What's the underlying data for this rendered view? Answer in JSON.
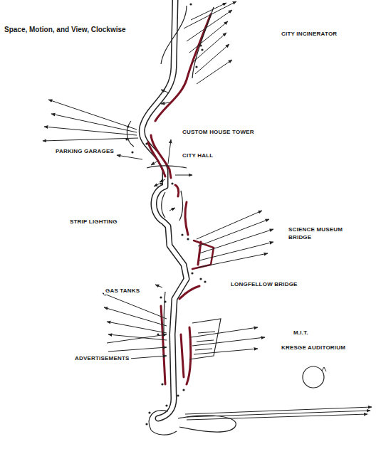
{
  "diagram": {
    "title": "Space, Motion, and View, Clockwise",
    "labels": [
      "CITY INCINERATOR",
      "CUSTOM HOUSE TOWER",
      "CITY HALL",
      "PARKING GARAGES",
      "STRIP LIGHTING",
      "SCIENCE MUSEUM BRIDGE",
      "GAS TANKS",
      "LONGFELLOW BRIDGE",
      "M.I.T.",
      "KRESGE AUDITORIUM",
      "ADVERTISEMENTS"
    ]
  }
}
